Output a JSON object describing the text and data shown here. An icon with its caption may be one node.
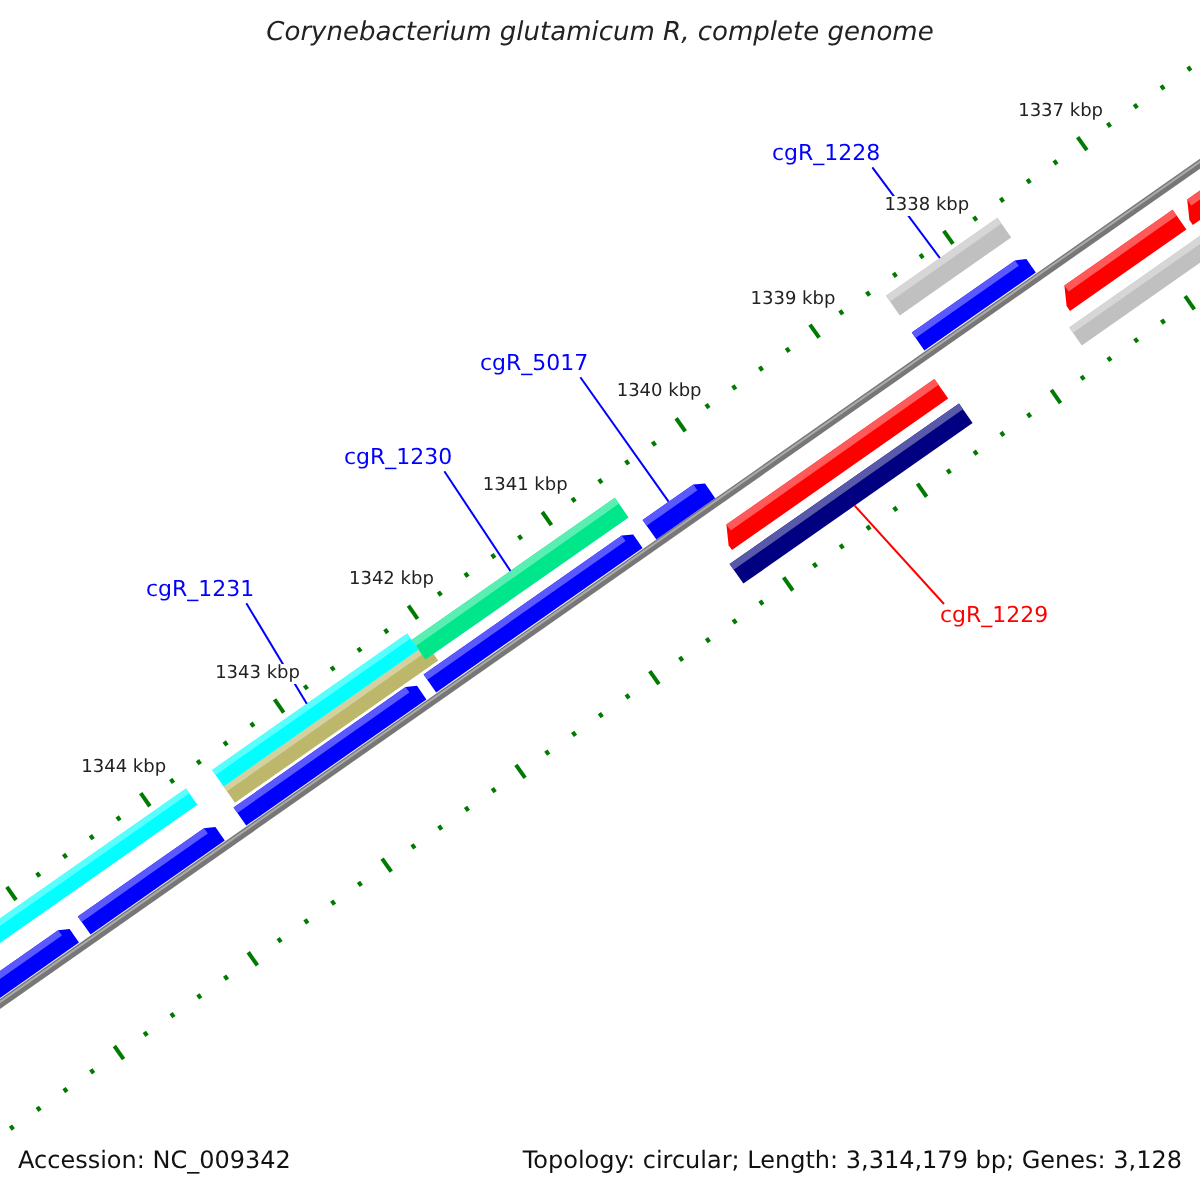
{
  "diagram": {
    "title": "Corynebacterium glutamicum R, complete genome",
    "nodes": [
      {
        "text": [
          "cgR_1228"
        ]
      },
      {
        "text": [],
        "shape": "bar"
      },
      {
        "text": [
          "cgR_5017"
        ]
      },
      {
        "text": [],
        "shape": "bar"
      },
      {
        "text": [
          "cgR_1230"
        ]
      },
      {
        "text": [],
        "shape": "bar"
      },
      {
        "text": [
          "cgR_1231"
        ]
      },
      {
        "text": [],
        "shape": "bar"
      },
      {
        "text": [
          "cgR_1229"
        ]
      },
      {
        "text": [],
        "shape": "bar"
      }
    ],
    "edges": [
      {
        "from": 0,
        "to": 1,
        "arrow": "none"
      },
      {
        "from": 2,
        "to": 3,
        "arrow": "none"
      },
      {
        "from": 4,
        "to": 5,
        "arrow": "none"
      },
      {
        "from": 6,
        "to": 7,
        "arrow": "none"
      },
      {
        "from": 8,
        "to": 9,
        "arrow": "none",
        "color": "#ff0000"
      }
    ],
    "labels": [
      "1337 kbp",
      "1338 kbp",
      "1339 kbp",
      "1340 kbp",
      "1341 kbp",
      "1342 kbp",
      "1343 kbp",
      "1344 kbp",
      "Accession: NC_009342",
      "Topology: circular; Length: 3,314,179 bp; Genes: 3,128"
    ]
  }
}
